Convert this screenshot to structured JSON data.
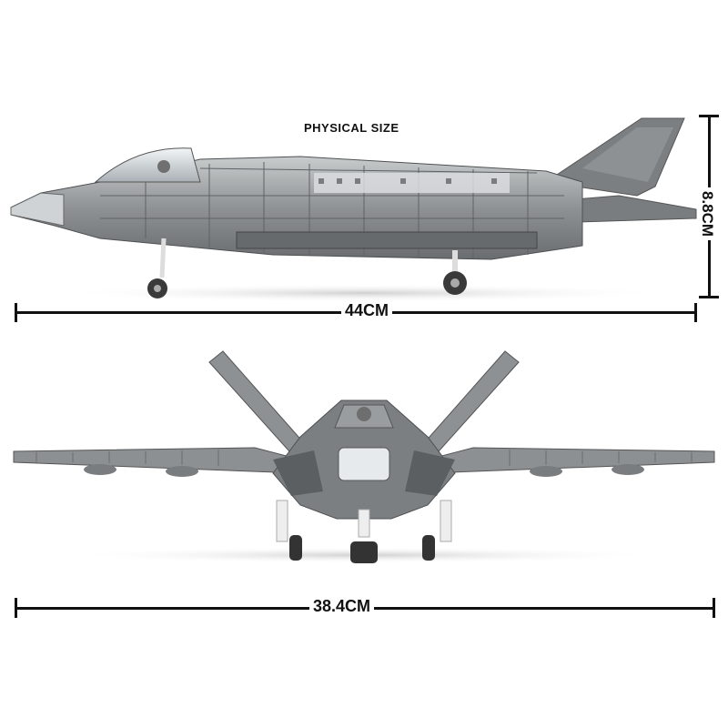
{
  "title": "PHYSICAL SIZE",
  "dimensions": {
    "length": "44CM",
    "height": "8.8CM",
    "wingspan": "38.4CM"
  },
  "colors": {
    "dark_grey": "#6b6e70",
    "mid_grey": "#8d9092",
    "light_grey": "#b8bbbd",
    "canopy": "#dfe3e6",
    "line": "#111111"
  }
}
